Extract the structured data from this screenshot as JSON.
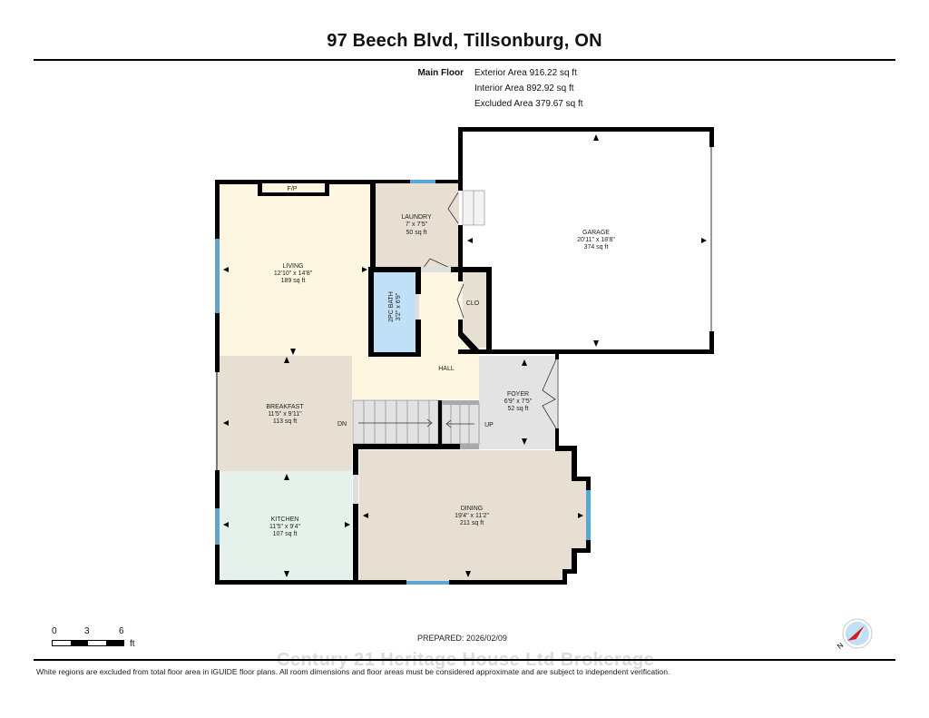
{
  "header": {
    "title": "97 Beech Blvd, Tillsonburg, ON"
  },
  "areas": {
    "floor_label": "Main Floor",
    "exterior": "Exterior Area 916.22 sq ft",
    "interior": "Interior Area 892.92 sq ft",
    "excluded": "Excluded Area 379.67 sq ft"
  },
  "rooms": {
    "living": {
      "name": "LIVING",
      "dims": "12'10\" x 14'8\"",
      "area": "189 sq ft",
      "color": "#fdf6e1"
    },
    "laundry": {
      "name": "LAUNDRY",
      "dims": "7' x 7'5\"",
      "area": "50 sq ft",
      "color": "#e8dfd3"
    },
    "garage": {
      "name": "GARAGE",
      "dims": "20'11\" x 18'8\"",
      "area": "374 sq ft",
      "color": "#ffffff"
    },
    "bath": {
      "name": "2PC BATH",
      "dims": "3'2\" x 6'9\"",
      "color": "#bfe0f7"
    },
    "clo": {
      "name": "CLO",
      "color": "#e8dfd3"
    },
    "hall": {
      "name": "HALL",
      "color": "#fdf6e1"
    },
    "breakfast": {
      "name": "BREAKFAST",
      "dims": "11'5\" x 9'11\"",
      "area": "113 sq ft",
      "color": "#e8dfd3"
    },
    "foyer": {
      "name": "FOYER",
      "dims": "6'9\" x 7'5\"",
      "area": "52 sq ft",
      "color": "#e3e3e3"
    },
    "kitchen": {
      "name": "KITCHEN",
      "dims": "11'5\" x 9'4\"",
      "area": "107 sq ft",
      "color": "#e5f2ec"
    },
    "dining": {
      "name": "DINING",
      "dims": "19'4\" x 11'2\"",
      "area": "211 sq ft",
      "color": "#e8dfd3"
    },
    "fireplace": {
      "name": "F/P"
    }
  },
  "stairs": {
    "down_label": "DN",
    "up_label": "UP"
  },
  "colors": {
    "wall": "#000000",
    "window": "#5aa7d6",
    "stairs": "#e2e2e2"
  },
  "scale_bar": {
    "ticks": [
      "0",
      "3",
      "6"
    ],
    "unit": "ft"
  },
  "prepared": "PREPARED: 2026/02/09",
  "compass": {
    "north_label": "N"
  },
  "watermark": "Century 21 Heritage House Ltd Brokerage",
  "footer": {
    "disclaimer": "White regions are excluded from total floor area in iGUIDE floor plans. All room dimensions and floor areas must be considered approximate and are subject to independent verification."
  }
}
